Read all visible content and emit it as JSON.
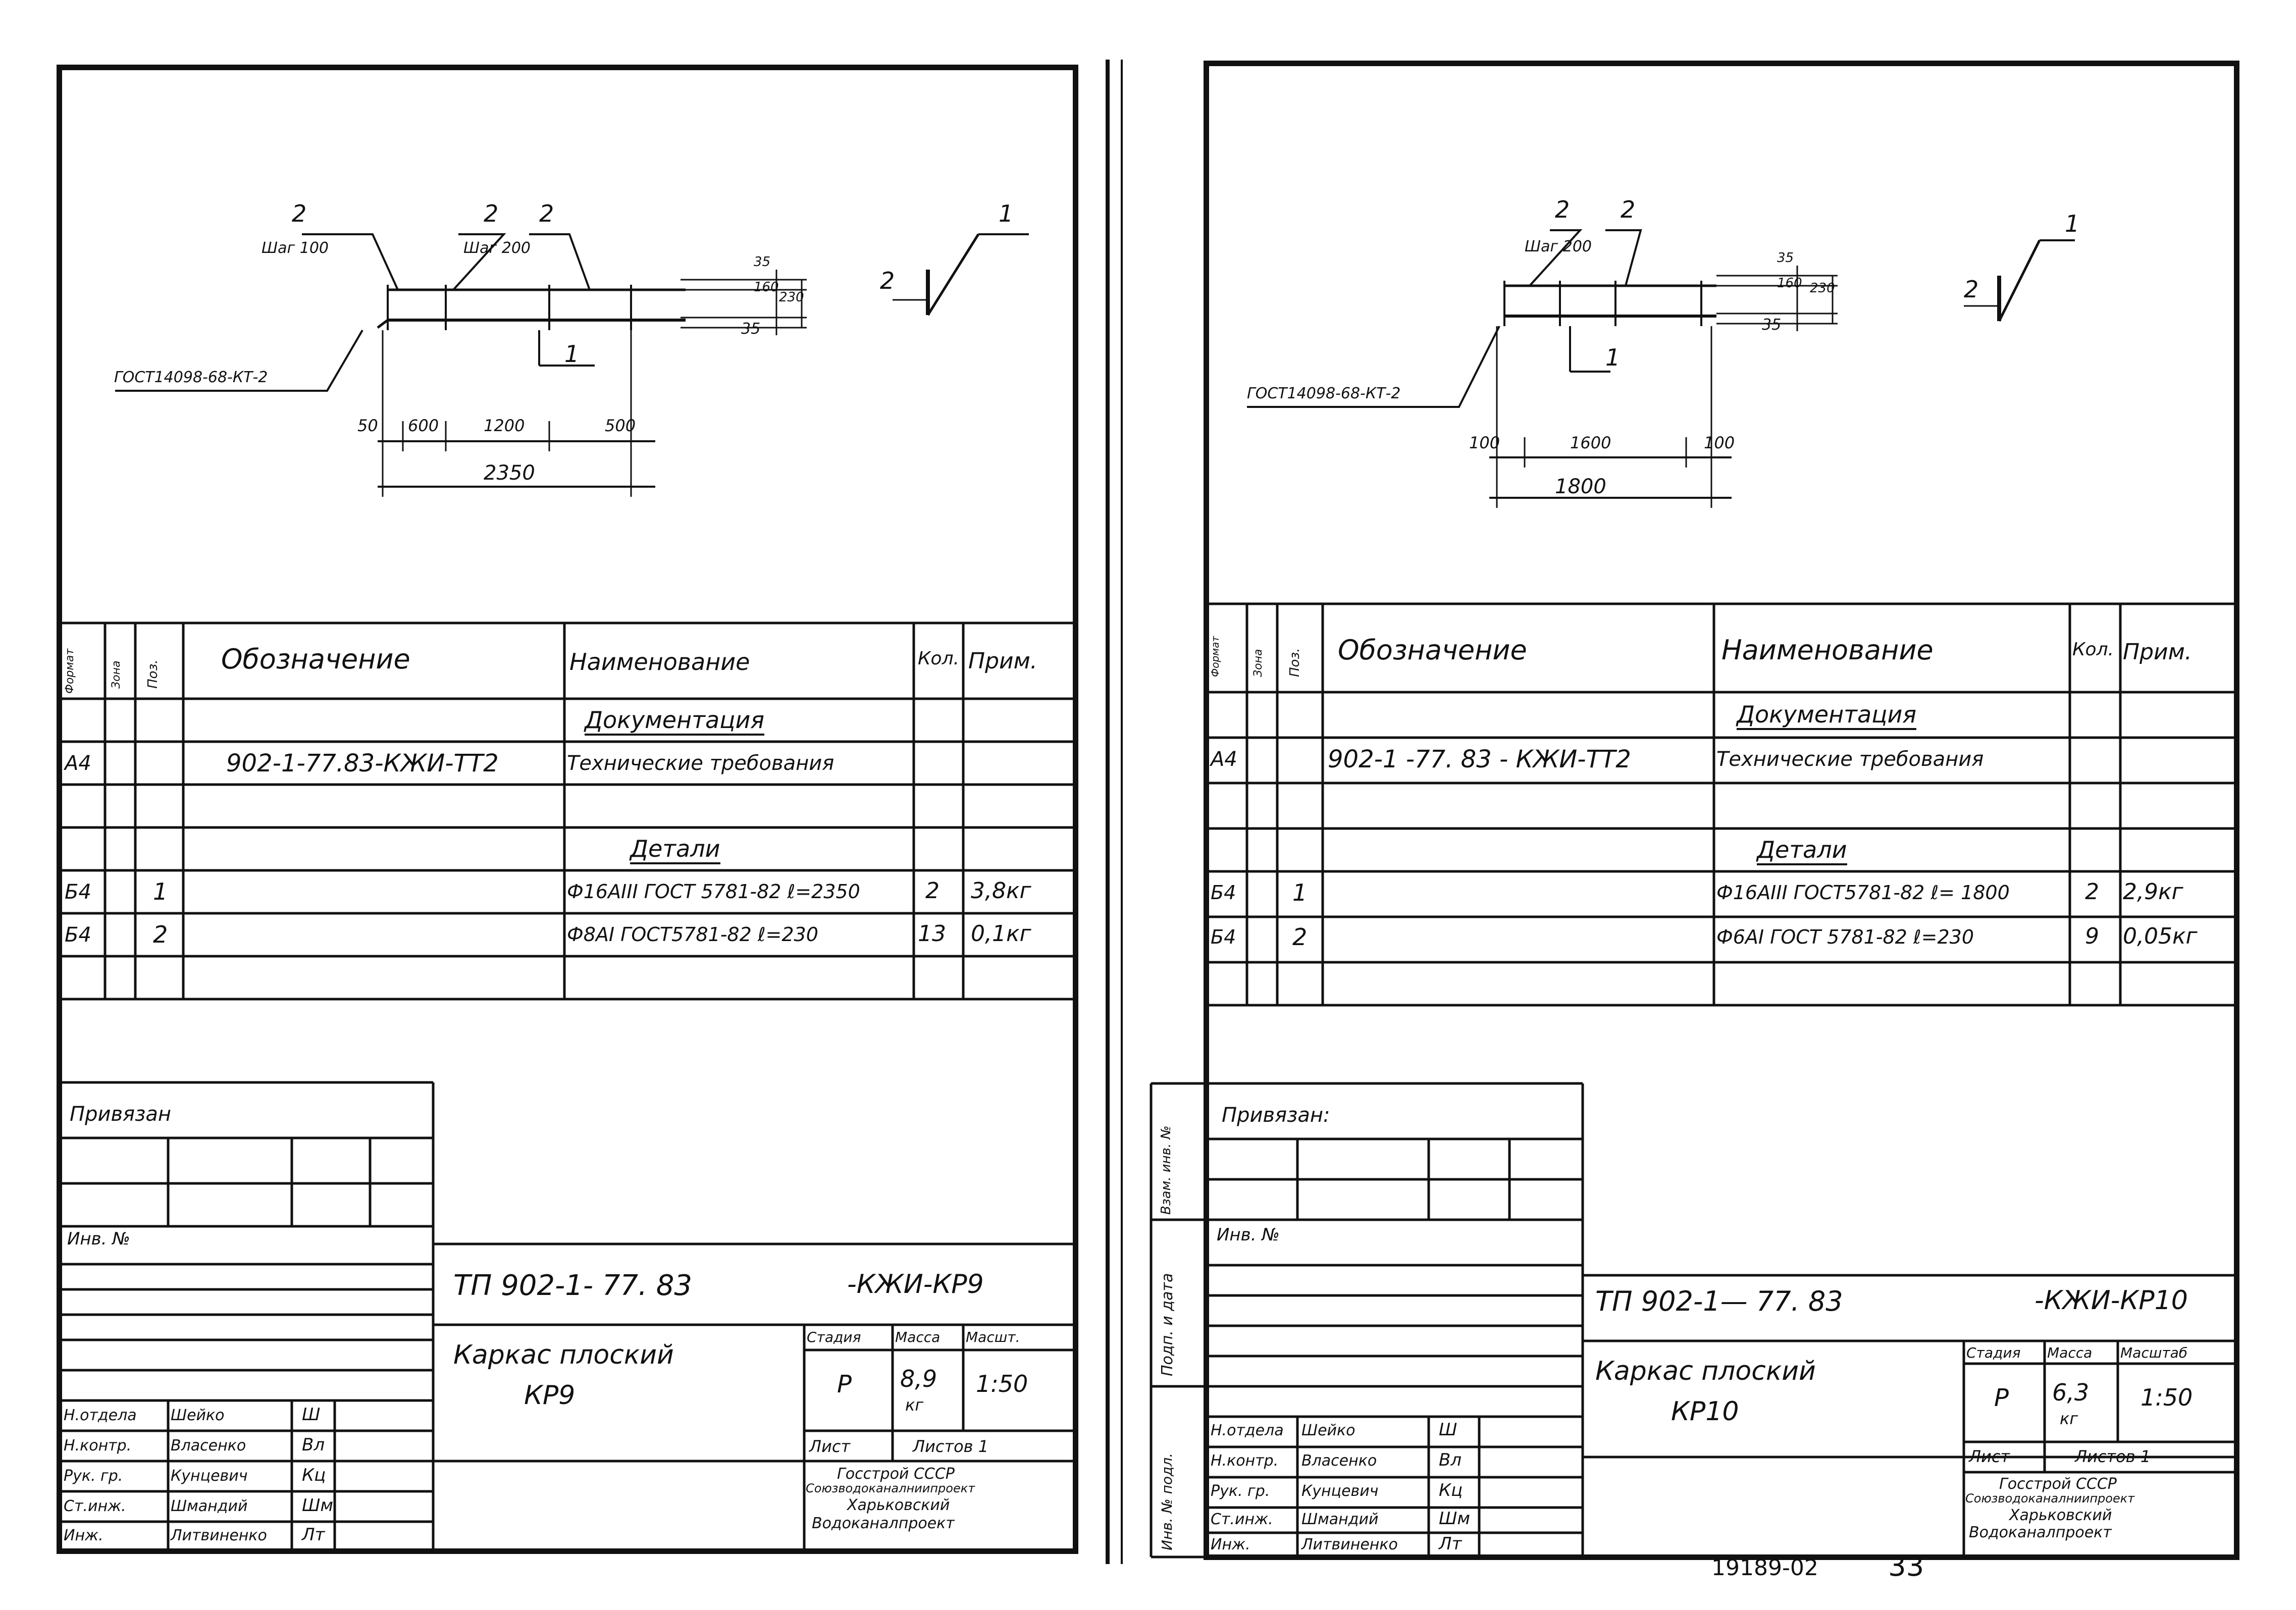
{
  "left": {
    "drawing": {
      "leader_pos": [
        "2",
        "2",
        "2",
        "1",
        "2",
        "1"
      ],
      "step_labels": [
        "Шаг 100",
        "Шаг 200"
      ],
      "weld_note": "ГОСТ14098-68-КТ-2",
      "dims_bottom": [
        "50",
        "600",
        "1200",
        "500"
      ],
      "total": "2350",
      "section_dims": [
        "35",
        "160",
        "35",
        "230"
      ]
    },
    "spec": {
      "headers": [
        "Формат",
        "Зона",
        "Поз.",
        "Обозначение",
        "Наименование",
        "Кол.",
        "Прим."
      ],
      "section_docs": "Документация",
      "doc_row": {
        "format": "А4",
        "designation": "902-1-77.83-КЖИ-ТТ2",
        "name": "Технические требования"
      },
      "section_parts": "Детали",
      "rows": [
        {
          "format": "Б4",
          "pos": "1",
          "name": "Ф16АIII ГОСТ 5781-82 ℓ=2350",
          "qty": "2",
          "note": "3,8кг"
        },
        {
          "format": "Б4",
          "pos": "2",
          "name": "Ф8АI ГОСТ5781-82 ℓ=230",
          "qty": "13",
          "note": "0,1кг"
        }
      ]
    },
    "title_block": {
      "privyazan": "Привязан",
      "inv": "Инв. №",
      "code": "ТП 902-1- 77. 83",
      "code_suffix": "-КЖИ-КР9",
      "title1": "Каркас плоский",
      "title2": "КР9",
      "stage_h": "Стадия",
      "mass_h": "Масса",
      "scale_h": "Масшт.",
      "stage": "Р",
      "mass": "8,9",
      "mass_unit": "кг",
      "scale": "1:50",
      "sheet_h": "Лист",
      "sheets_h": "Листов 1",
      "org1": "Госстрой СССР",
      "org2": "Союзводоканалниипроект",
      "org3": "Харьковский",
      "org4": "Водоканалпроект",
      "people": [
        {
          "role": "Н.отдела",
          "name": "Шейко",
          "sig": "Ш"
        },
        {
          "role": "Н.контр.",
          "name": "Власенко",
          "sig": "Вл"
        },
        {
          "role": "Рук. гр.",
          "name": "Кунцевич",
          "sig": "Кц"
        },
        {
          "role": "Ст.инж.",
          "name": "Шмандий",
          "sig": "Шм"
        },
        {
          "role": "Инж.",
          "name": "Литвиненко",
          "sig": "Лт"
        }
      ]
    }
  },
  "right": {
    "drawing": {
      "leader_pos": [
        "2",
        "2",
        "1",
        "2",
        "1"
      ],
      "step_labels": [
        "Шаг 200"
      ],
      "weld_note": "ГОСТ14098-68-КТ-2",
      "dims_bottom": [
        "100",
        "1600",
        "100"
      ],
      "total": "1800",
      "section_dims": [
        "35",
        "160",
        "35",
        "230"
      ]
    },
    "spec": {
      "headers": [
        "Формат",
        "Зона",
        "Поз.",
        "Обозначение",
        "Наименование",
        "Кол.",
        "Прим."
      ],
      "section_docs": "Документация",
      "doc_row": {
        "format": "А4",
        "designation": "902-1 -77. 83 - КЖИ-ТТ2",
        "name": "Технические требования"
      },
      "section_parts": "Детали",
      "rows": [
        {
          "format": "Б4",
          "pos": "1",
          "name": "Ф16АIII ГОСТ5781-82 ℓ= 1800",
          "qty": "2",
          "note": "2,9кг"
        },
        {
          "format": "Б4",
          "pos": "2",
          "name": "Ф6АI ГОСТ 5781-82 ℓ=230",
          "qty": "9",
          "note": "0,05кг"
        }
      ]
    },
    "side_labels": [
      "Взам. инв. №",
      "Подп. и дата",
      "Инв. № подл."
    ],
    "title_block": {
      "privyazan": "Привязан:",
      "inv": "Инв. №",
      "code": "ТП 902-1— 77. 83",
      "code_suffix": "-КЖИ-КР10",
      "title1": "Каркас плоский",
      "title2": "КР10",
      "stage_h": "Стадия",
      "mass_h": "Масса",
      "scale_h": "Масштаб",
      "stage": "Р",
      "mass": "6,3",
      "mass_unit": "кг",
      "scale": "1:50",
      "sheet_h": "Лист",
      "sheets_h": "Листов 1",
      "org1": "Госстрой СССР",
      "org2": "Союзводоканалниипроект",
      "org3": "Харьковский",
      "org4": "Водоканалпроект",
      "people": [
        {
          "role": "Н.отдела",
          "name": "Шейко",
          "sig": "Ш"
        },
        {
          "role": "Н.контр.",
          "name": "Власенко",
          "sig": "Вл"
        },
        {
          "role": "Рук. гр.",
          "name": "Кунцевич",
          "sig": "Кц"
        },
        {
          "role": "Ст.инж.",
          "name": "Шмандий",
          "sig": "Шм"
        },
        {
          "role": "Инж.",
          "name": "Литвиненко",
          "sig": "Лт"
        }
      ]
    },
    "footer_code": "19189-02",
    "page_number": "33"
  }
}
